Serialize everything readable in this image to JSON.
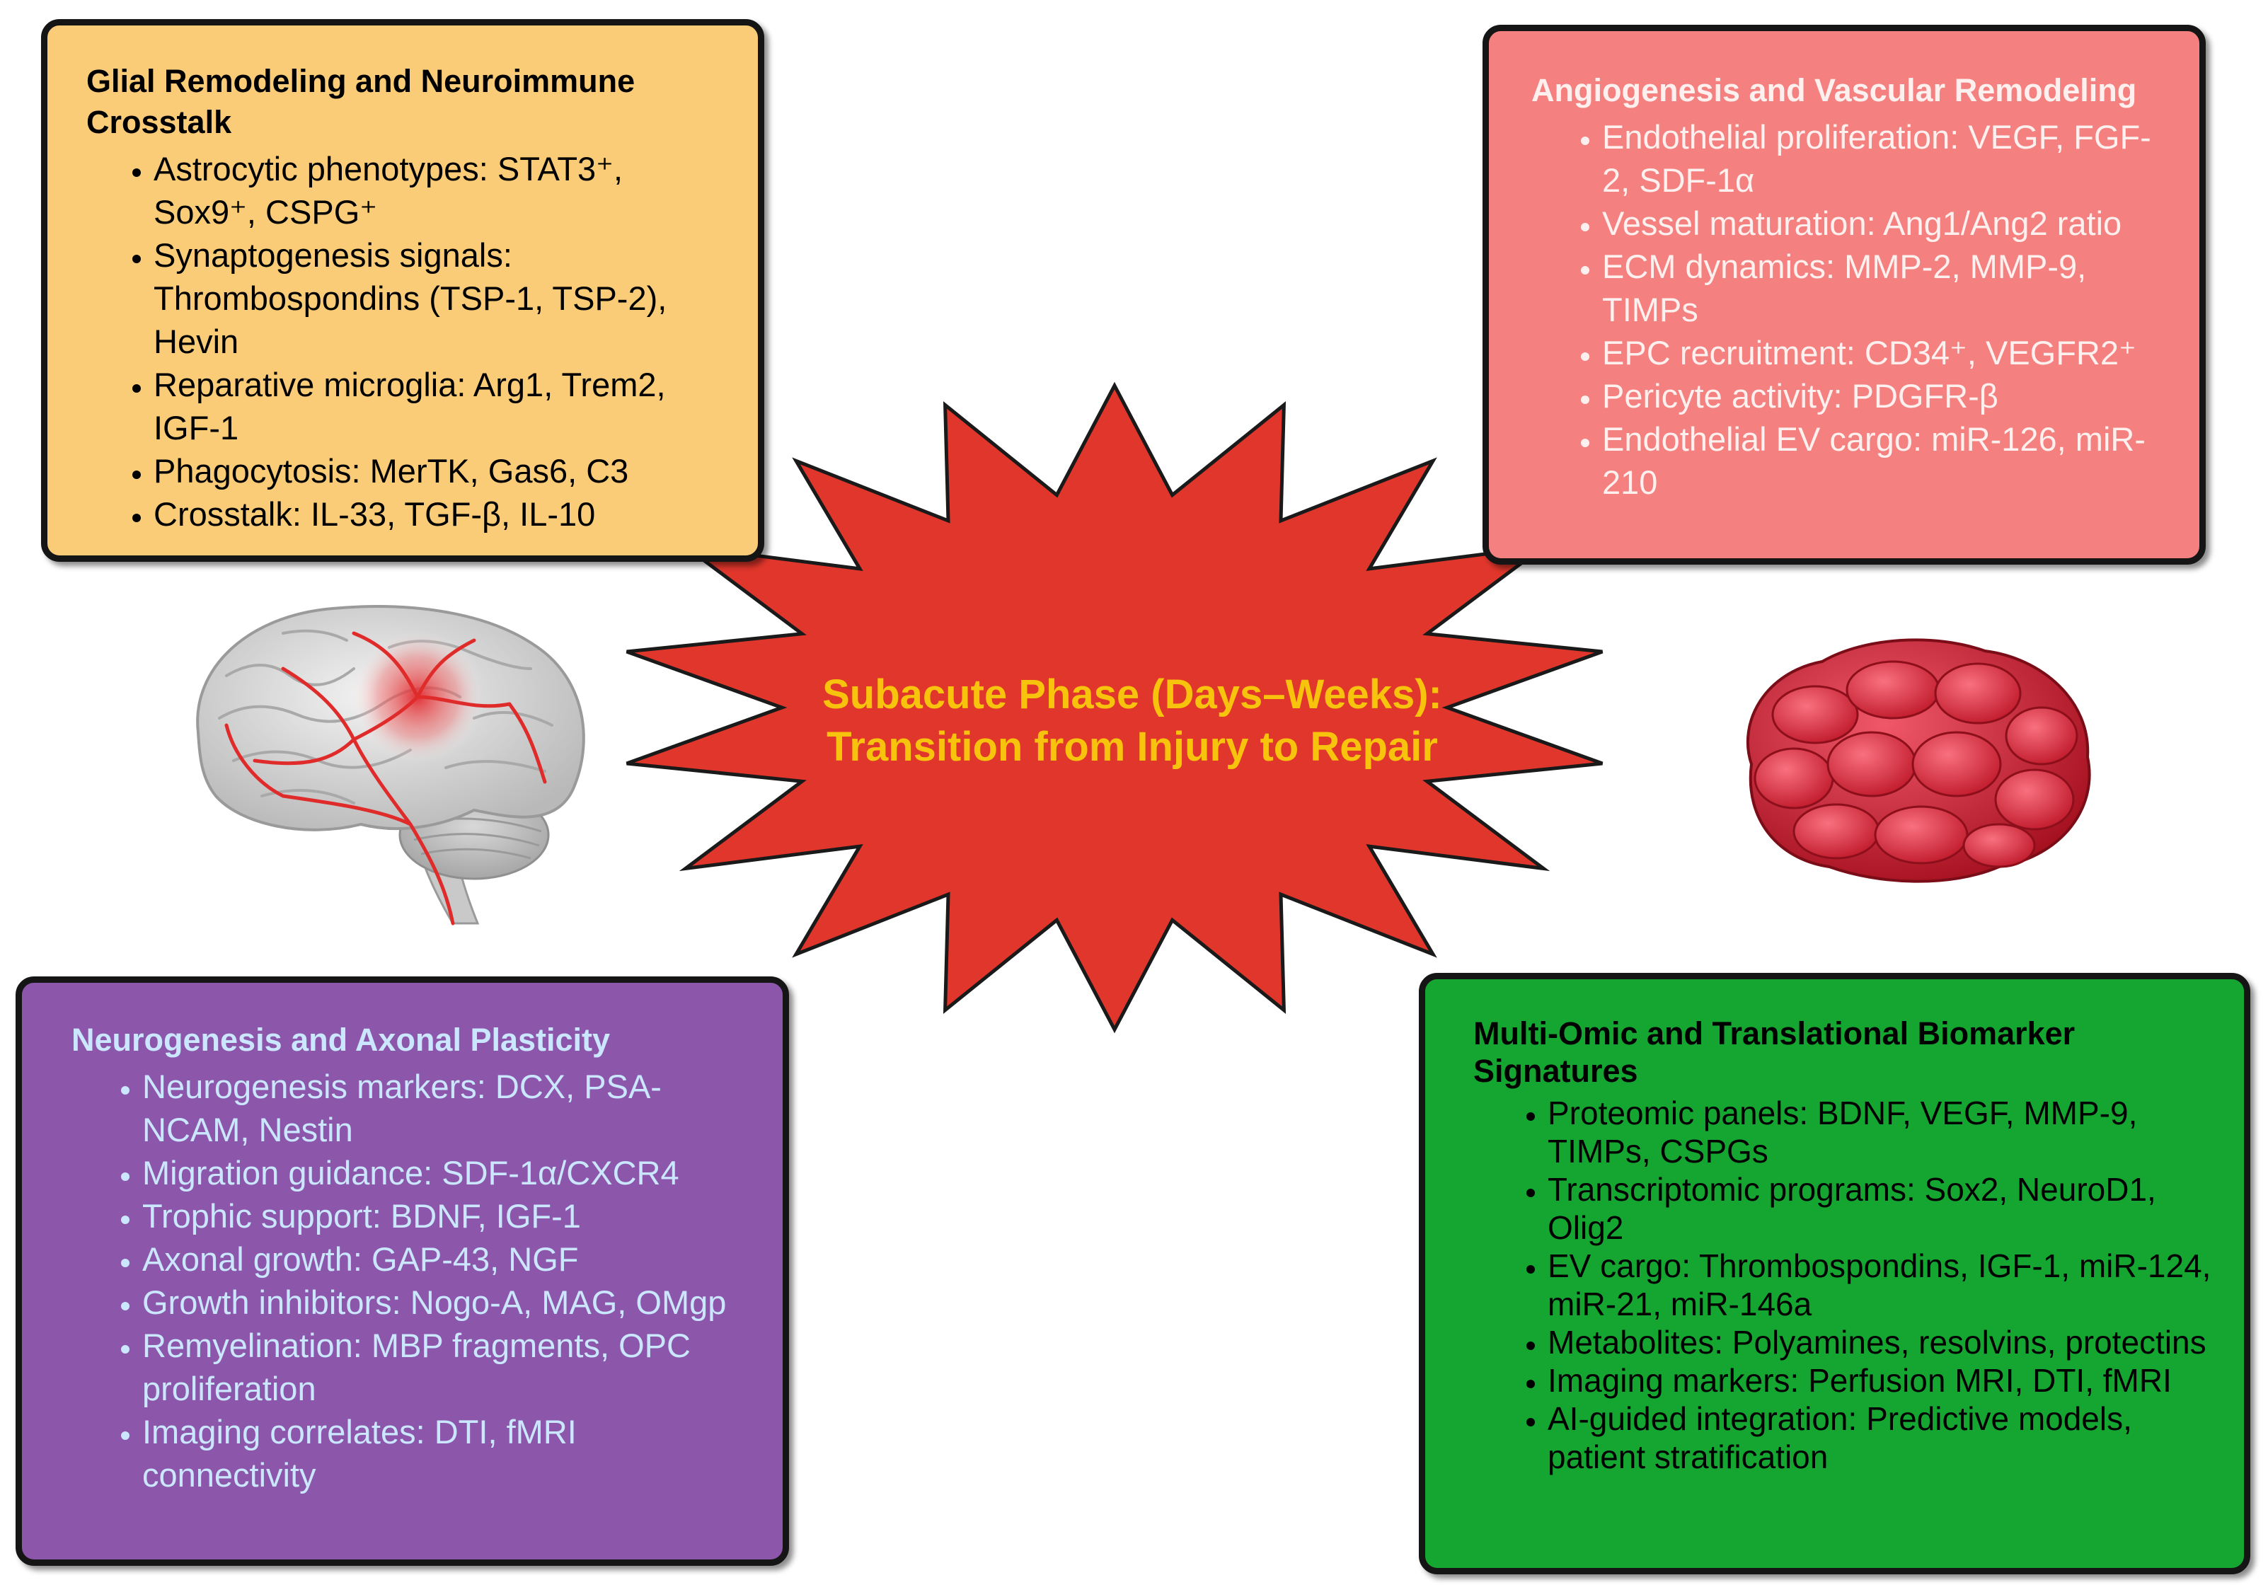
{
  "center": {
    "line1": "Subacute Phase (Days–Weeks):",
    "line2": "Transition from Injury to Repair"
  },
  "glial": {
    "title": "Glial Remodeling and Neuroimmune Crosstalk",
    "items": [
      "Astrocytic phenotypes: STAT3⁺, Sox9⁺, CSPG⁺",
      "Synaptogenesis signals: Thrombospondins (TSP-1, TSP-2), Hevin",
      "Reparative microglia: Arg1, Trem2, IGF-1",
      "Phagocytosis: MerTK, Gas6, C3",
      "Crosstalk: IL-33, TGF-β, IL-10"
    ]
  },
  "angio": {
    "title": "Angiogenesis and Vascular Remodeling",
    "items": [
      "Endothelial proliferation: VEGF, FGF-2, SDF-1α",
      "Vessel maturation: Ang1/Ang2 ratio",
      "ECM dynamics: MMP-2, MMP-9, TIMPs",
      "EPC recruitment: CD34⁺, VEGFR2⁺",
      "Pericyte activity: PDGFR-β",
      "Endothelial EV cargo: miR-126, miR-210"
    ]
  },
  "neuro": {
    "title": "Neurogenesis and Axonal Plasticity",
    "items": [
      "Neurogenesis markers: DCX, PSA-NCAM, Nestin",
      "Migration guidance: SDF-1α/CXCR4",
      "Trophic support: BDNF, IGF-1",
      "Axonal growth: GAP-43, NGF",
      "Growth inhibitors: Nogo-A, MAG, OMgp",
      "Remyelination: MBP fragments, OPC proliferation",
      "Imaging correlates: DTI, fMRI connectivity"
    ]
  },
  "omic": {
    "title": "Multi-Omic and Translational Biomarker Signatures",
    "items": [
      "Proteomic panels: BDNF, VEGF, MMP-9, TIMPs, CSPGs",
      "Transcriptomic programs: Sox2, NeuroD1, Olig2",
      "EV cargo: Thrombospondins, IGF-1, miR-124, miR-21, miR-146a",
      "Metabolites: Polyamines, resolvins, protectins",
      "Imaging markers: Perfusion MRI, DTI, fMRI",
      "AI-guided integration: Predictive models, patient stratification"
    ]
  },
  "colors": {
    "star_fill": "#e1362b",
    "star_text": "#f7c30d",
    "glial_bg": "#fbcc78",
    "angio_bg": "#f4817f",
    "neuro_bg": "#8c56aa",
    "omic_bg": "#14a630"
  },
  "icons": [
    "brain-illustration",
    "blood-clot-illustration",
    "starburst-shape"
  ]
}
